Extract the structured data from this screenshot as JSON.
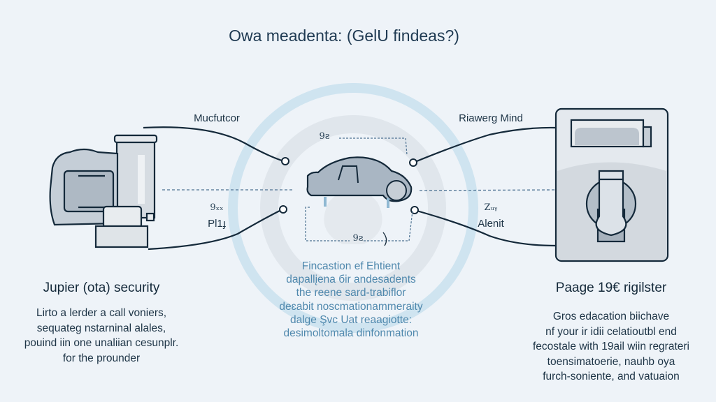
{
  "title": "Owa meadenta: (GelU findeas?)",
  "left_device": {
    "top_label": "Mucfutcor",
    "bottom_sub": "9ₓₓ",
    "bottom_label": "Pl1ɟ"
  },
  "right_device": {
    "top_label": "Riawerg Mind",
    "bottom_sub": "Zᵤᵧ",
    "bottom_label": "Alenit"
  },
  "center": {
    "top_tag": "9ƨ",
    "bottom_tag": "9ƨ",
    "text_lines": [
      "Fincastion ef Ehtient",
      "dapallįena бir andesadents",
      "the reene sard-trabiflor",
      "deɛabit noscmationammeraity",
      "dalge Şvc Uat reaagiotte:",
      "desimoltomala dinfonmation"
    ]
  },
  "left_section": {
    "heading": "Jupier (ota) security",
    "lines": [
      "Lirto a lerder a call voniers,",
      "sequateg nstarninal alales,",
      "pouind iin one unaliian cesunplr.",
      "for the prounder"
    ]
  },
  "right_section": {
    "heading": "Paage 19€ rigilster",
    "lines": [
      "Gros edacation biichave",
      "nf your ir idii celatioutbl end",
      "fecostale with 19ail wiin regrateri",
      "toensimatoerie, nauhb oya",
      "furch-soniente, and vatuaion"
    ]
  },
  "colors": {
    "navy": "#1d3a4f",
    "ring_blue": "#c9e1ef",
    "ring_grey": "#dde5ec",
    "fill_grey": "#c3ccd5"
  }
}
